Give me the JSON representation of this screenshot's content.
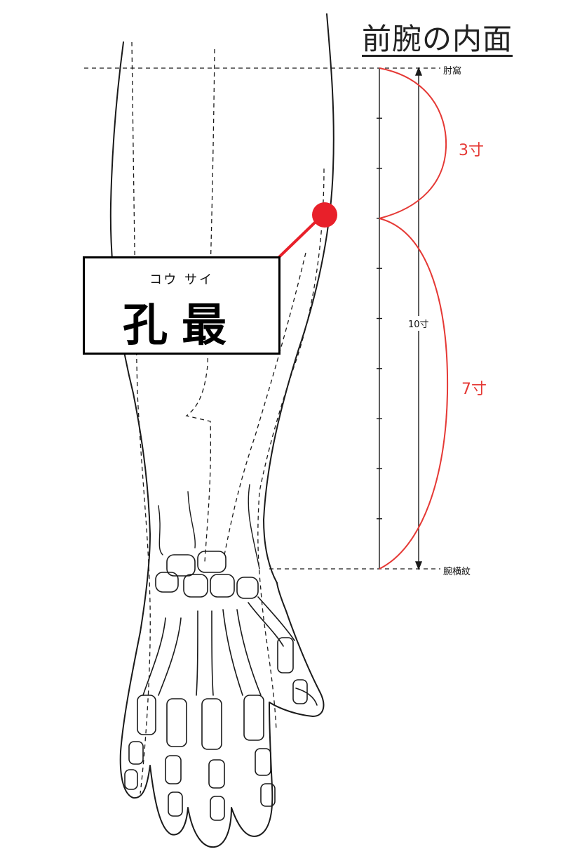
{
  "title": "前腕の内面",
  "point": {
    "reading": "コウ サイ",
    "name": "孔最",
    "color": "#e8202a"
  },
  "landmarks": {
    "top": "肘窩",
    "bottom": "腕横紋"
  },
  "measurements": {
    "upper": "3寸",
    "lower": "7寸",
    "total": "10寸"
  },
  "colors": {
    "accent": "#e53935",
    "line": "#1a1a1a"
  }
}
